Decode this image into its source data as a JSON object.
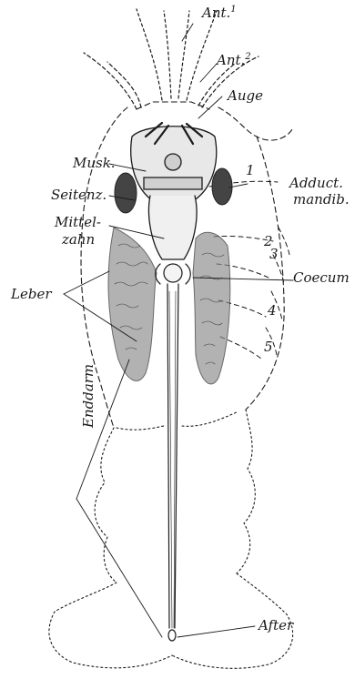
{
  "figure": {
    "labels": {
      "ant1": "Ant.",
      "ant1_sup": "1",
      "ant2": "Ant.",
      "ant2_sup": "2",
      "auge": "Auge",
      "musk": "Musk.",
      "seitenz": "Seitenz.",
      "mittel_line1": "Mittel-",
      "mittel_line2": "zahn",
      "adduct_line1": "Adduct.",
      "adduct_line2": "mandib.",
      "coecum": "Coecum",
      "leber": "Leber",
      "enddarm": "Enddarm",
      "after": "After"
    },
    "segment_numbers": [
      "1",
      "2",
      "3",
      "4",
      "5"
    ],
    "colors": {
      "ink": "#1a1a1a",
      "paper": "#ffffff",
      "shade": "#6f6f6f"
    }
  }
}
